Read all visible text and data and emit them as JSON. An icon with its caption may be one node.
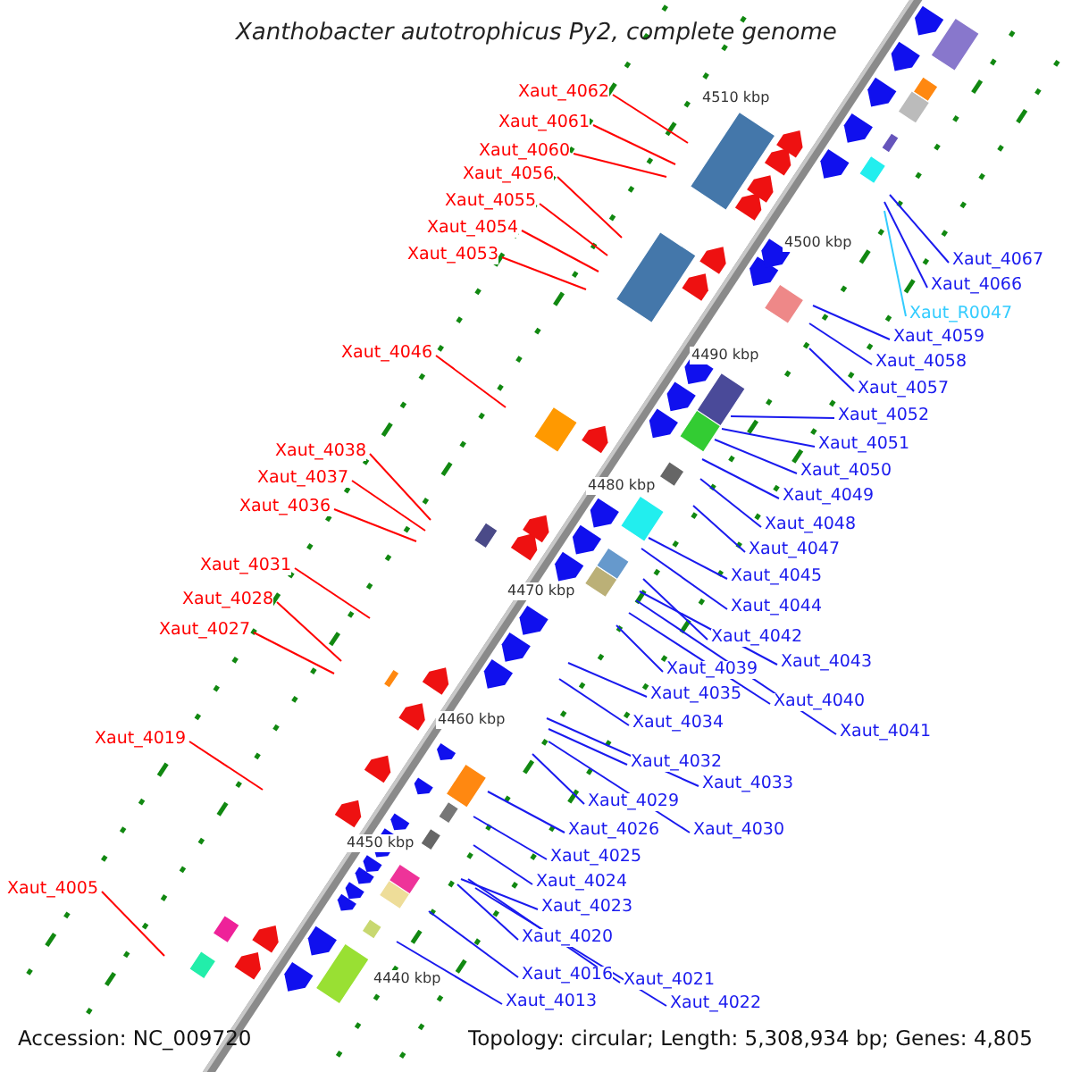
{
  "diagram": {
    "title": "Xanthobacter autotrophicus Py2, complete genome",
    "nodes": [
      {
        "text": [
          "Xaut_4062"
        ]
      },
      {
        "text": [
          "Xaut_4061"
        ]
      },
      {
        "text": [
          "Xaut_4060"
        ]
      },
      {
        "text": [
          "Xaut_4056"
        ]
      },
      {
        "text": [
          "Xaut_4055"
        ]
      },
      {
        "text": [
          "Xaut_4054"
        ]
      },
      {
        "text": [
          "Xaut_4053"
        ]
      },
      {
        "text": [
          "Xaut_4046"
        ]
      },
      {
        "text": [
          "Xaut_4038"
        ]
      },
      {
        "text": [
          "Xaut_4037"
        ]
      },
      {
        "text": [
          "Xaut_4036"
        ]
      },
      {
        "text": [
          "Xaut_4031"
        ]
      },
      {
        "text": [
          "Xaut_4028"
        ]
      },
      {
        "text": [
          "Xaut_4027"
        ]
      },
      {
        "text": [
          "Xaut_4019"
        ]
      },
      {
        "text": [
          "Xaut_4005"
        ]
      },
      {
        "text": [
          "Xaut_4067"
        ]
      },
      {
        "text": [
          "Xaut_4066"
        ]
      },
      {
        "text": [
          "Xaut_R0047"
        ]
      },
      {
        "text": [
          "Xaut_4059"
        ]
      },
      {
        "text": [
          "Xaut_4058"
        ]
      },
      {
        "text": [
          "Xaut_4057"
        ]
      },
      {
        "text": [
          "Xaut_4052"
        ]
      },
      {
        "text": [
          "Xaut_4051"
        ]
      },
      {
        "text": [
          "Xaut_4050"
        ]
      },
      {
        "text": [
          "Xaut_4049"
        ]
      },
      {
        "text": [
          "Xaut_4048"
        ]
      },
      {
        "text": [
          "Xaut_4047"
        ]
      },
      {
        "text": [
          "Xaut_4045"
        ]
      },
      {
        "text": [
          "Xaut_4044"
        ]
      },
      {
        "text": [
          "Xaut_4042"
        ]
      },
      {
        "text": [
          "Xaut_4043"
        ]
      },
      {
        "text": [
          "Xaut_4039"
        ]
      },
      {
        "text": [
          "Xaut_4035"
        ]
      },
      {
        "text": [
          "Xaut_4040"
        ]
      },
      {
        "text": [
          "Xaut_4034"
        ]
      },
      {
        "text": [
          "Xaut_4041"
        ]
      },
      {
        "text": [
          "Xaut_4032"
        ]
      },
      {
        "text": [
          "Xaut_4033"
        ]
      },
      {
        "text": [
          "Xaut_4029"
        ]
      },
      {
        "text": [
          "Xaut_4030"
        ]
      },
      {
        "text": [
          "Xaut_4026"
        ]
      },
      {
        "text": [
          "Xaut_4025"
        ]
      },
      {
        "text": [
          "Xaut_4024"
        ]
      },
      {
        "text": [
          "Xaut_4023"
        ]
      },
      {
        "text": [
          "Xaut_4020"
        ]
      },
      {
        "text": [
          "Xaut_4016"
        ]
      },
      {
        "text": [
          "Xaut_4021"
        ]
      },
      {
        "text": [
          "Xaut_4013"
        ]
      },
      {
        "text": [
          "Xaut_4022"
        ]
      }
    ],
    "edges": [
      {
        "from": 0,
        "to": null,
        "arrow": "none",
        "color": "#ff0000"
      },
      {
        "from": 1,
        "to": null,
        "arrow": "none",
        "color": "#ff0000"
      },
      {
        "from": 2,
        "to": null,
        "arrow": "none",
        "color": "#ff0000"
      },
      {
        "from": 3,
        "to": null,
        "arrow": "none",
        "color": "#ff0000"
      },
      {
        "from": 4,
        "to": null,
        "arrow": "none",
        "color": "#ff0000"
      },
      {
        "from": 5,
        "to": null,
        "arrow": "none",
        "color": "#ff0000"
      },
      {
        "from": 6,
        "to": null,
        "arrow": "none",
        "color": "#ff0000"
      },
      {
        "from": 7,
        "to": null,
        "arrow": "none",
        "color": "#ff0000"
      },
      {
        "from": 8,
        "to": null,
        "arrow": "none",
        "color": "#ff0000"
      },
      {
        "from": 9,
        "to": null,
        "arrow": "none",
        "color": "#ff0000"
      },
      {
        "from": 10,
        "to": null,
        "arrow": "none",
        "color": "#ff0000"
      },
      {
        "from": 11,
        "to": null,
        "arrow": "none",
        "color": "#ff0000"
      },
      {
        "from": 12,
        "to": null,
        "arrow": "none",
        "color": "#ff0000"
      },
      {
        "from": 13,
        "to": null,
        "arrow": "none",
        "color": "#ff0000"
      },
      {
        "from": 14,
        "to": null,
        "arrow": "none",
        "color": "#ff0000"
      },
      {
        "from": 15,
        "to": null,
        "arrow": "none",
        "color": "#ff0000"
      },
      {
        "from": 16,
        "to": null,
        "arrow": "none"
      },
      {
        "from": 17,
        "to": null,
        "arrow": "none"
      },
      {
        "from": 18,
        "to": null,
        "arrow": "none",
        "color": "#33ccff"
      },
      {
        "from": 19,
        "to": null,
        "arrow": "none"
      },
      {
        "from": 20,
        "to": null,
        "arrow": "none"
      },
      {
        "from": 21,
        "to": null,
        "arrow": "none"
      },
      {
        "from": 22,
        "to": null,
        "arrow": "none"
      },
      {
        "from": 23,
        "to": null,
        "arrow": "none"
      },
      {
        "from": 24,
        "to": null,
        "arrow": "none"
      },
      {
        "from": 25,
        "to": null,
        "arrow": "none"
      },
      {
        "from": 26,
        "to": null,
        "arrow": "none"
      },
      {
        "from": 27,
        "to": null,
        "arrow": "none"
      },
      {
        "from": 28,
        "to": null,
        "arrow": "none"
      },
      {
        "from": 29,
        "to": null,
        "arrow": "none"
      },
      {
        "from": 30,
        "to": null,
        "arrow": "none"
      },
      {
        "from": 31,
        "to": null,
        "arrow": "none"
      },
      {
        "from": 32,
        "to": null,
        "arrow": "none"
      },
      {
        "from": 33,
        "to": null,
        "arrow": "none"
      },
      {
        "from": 34,
        "to": null,
        "arrow": "none"
      },
      {
        "from": 35,
        "to": null,
        "arrow": "none"
      },
      {
        "from": 36,
        "to": null,
        "arrow": "none"
      },
      {
        "from": 37,
        "to": null,
        "arrow": "none"
      },
      {
        "from": 38,
        "to": null,
        "arrow": "none"
      },
      {
        "from": 39,
        "to": null,
        "arrow": "none"
      },
      {
        "from": 40,
        "to": null,
        "arrow": "none"
      },
      {
        "from": 41,
        "to": null,
        "arrow": "none"
      },
      {
        "from": 42,
        "to": null,
        "arrow": "none"
      },
      {
        "from": 43,
        "to": null,
        "arrow": "none"
      },
      {
        "from": 44,
        "to": null,
        "arrow": "none"
      },
      {
        "from": 45,
        "to": null,
        "arrow": "none"
      },
      {
        "from": 46,
        "to": null,
        "arrow": "none"
      },
      {
        "from": 47,
        "to": null,
        "arrow": "none"
      },
      {
        "from": 48,
        "to": null,
        "arrow": "none"
      },
      {
        "from": 49,
        "to": null,
        "arrow": "none"
      }
    ],
    "labels": [
      "4510 kbp",
      "4500 kbp",
      "4490 kbp",
      "4480 kbp",
      "4470 kbp",
      "4460 kbp",
      "4450 kbp",
      "4440 kbp",
      "Accession: NC_009720",
      "Topology: circular; Length: 5,308,934 bp; Genes: 4,805"
    ]
  }
}
